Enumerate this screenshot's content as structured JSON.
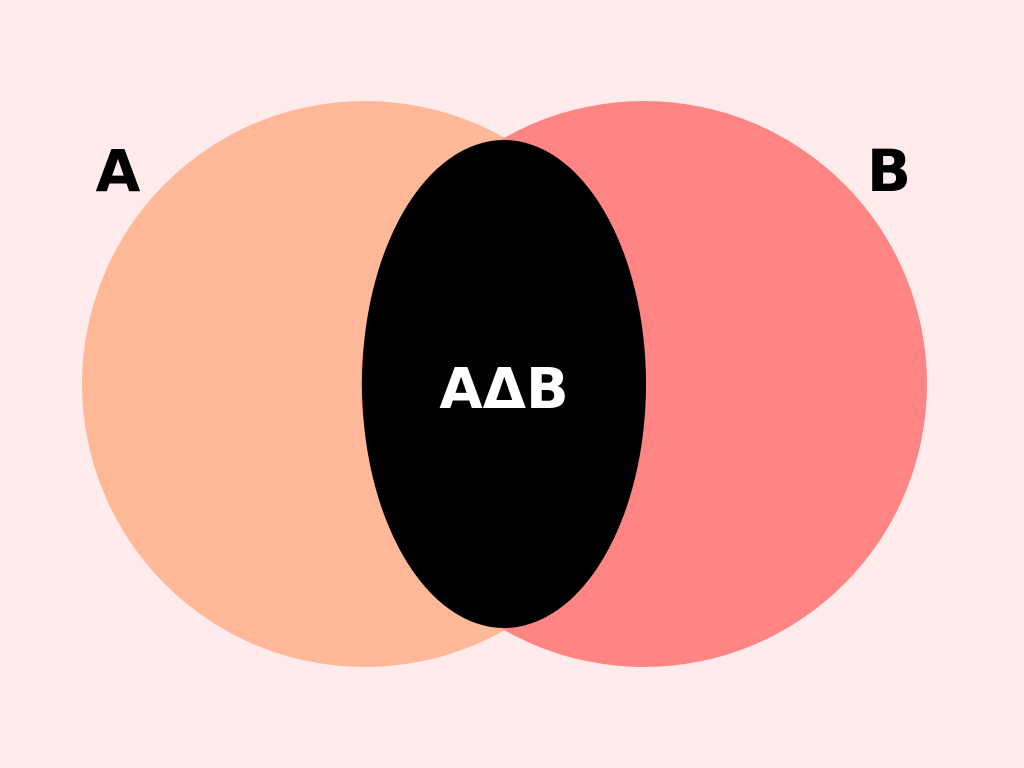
{
  "diagram": {
    "background_color": "#FFEBEB",
    "set_a": {
      "label": "A",
      "color": "#FFB898",
      "label_color": "#000000"
    },
    "set_b": {
      "label": "B",
      "color": "#FF8484",
      "label_color": "#000000"
    },
    "intersection": {
      "label": "AΔB",
      "color": "#000000",
      "label_color": "#FFFFFF"
    }
  }
}
